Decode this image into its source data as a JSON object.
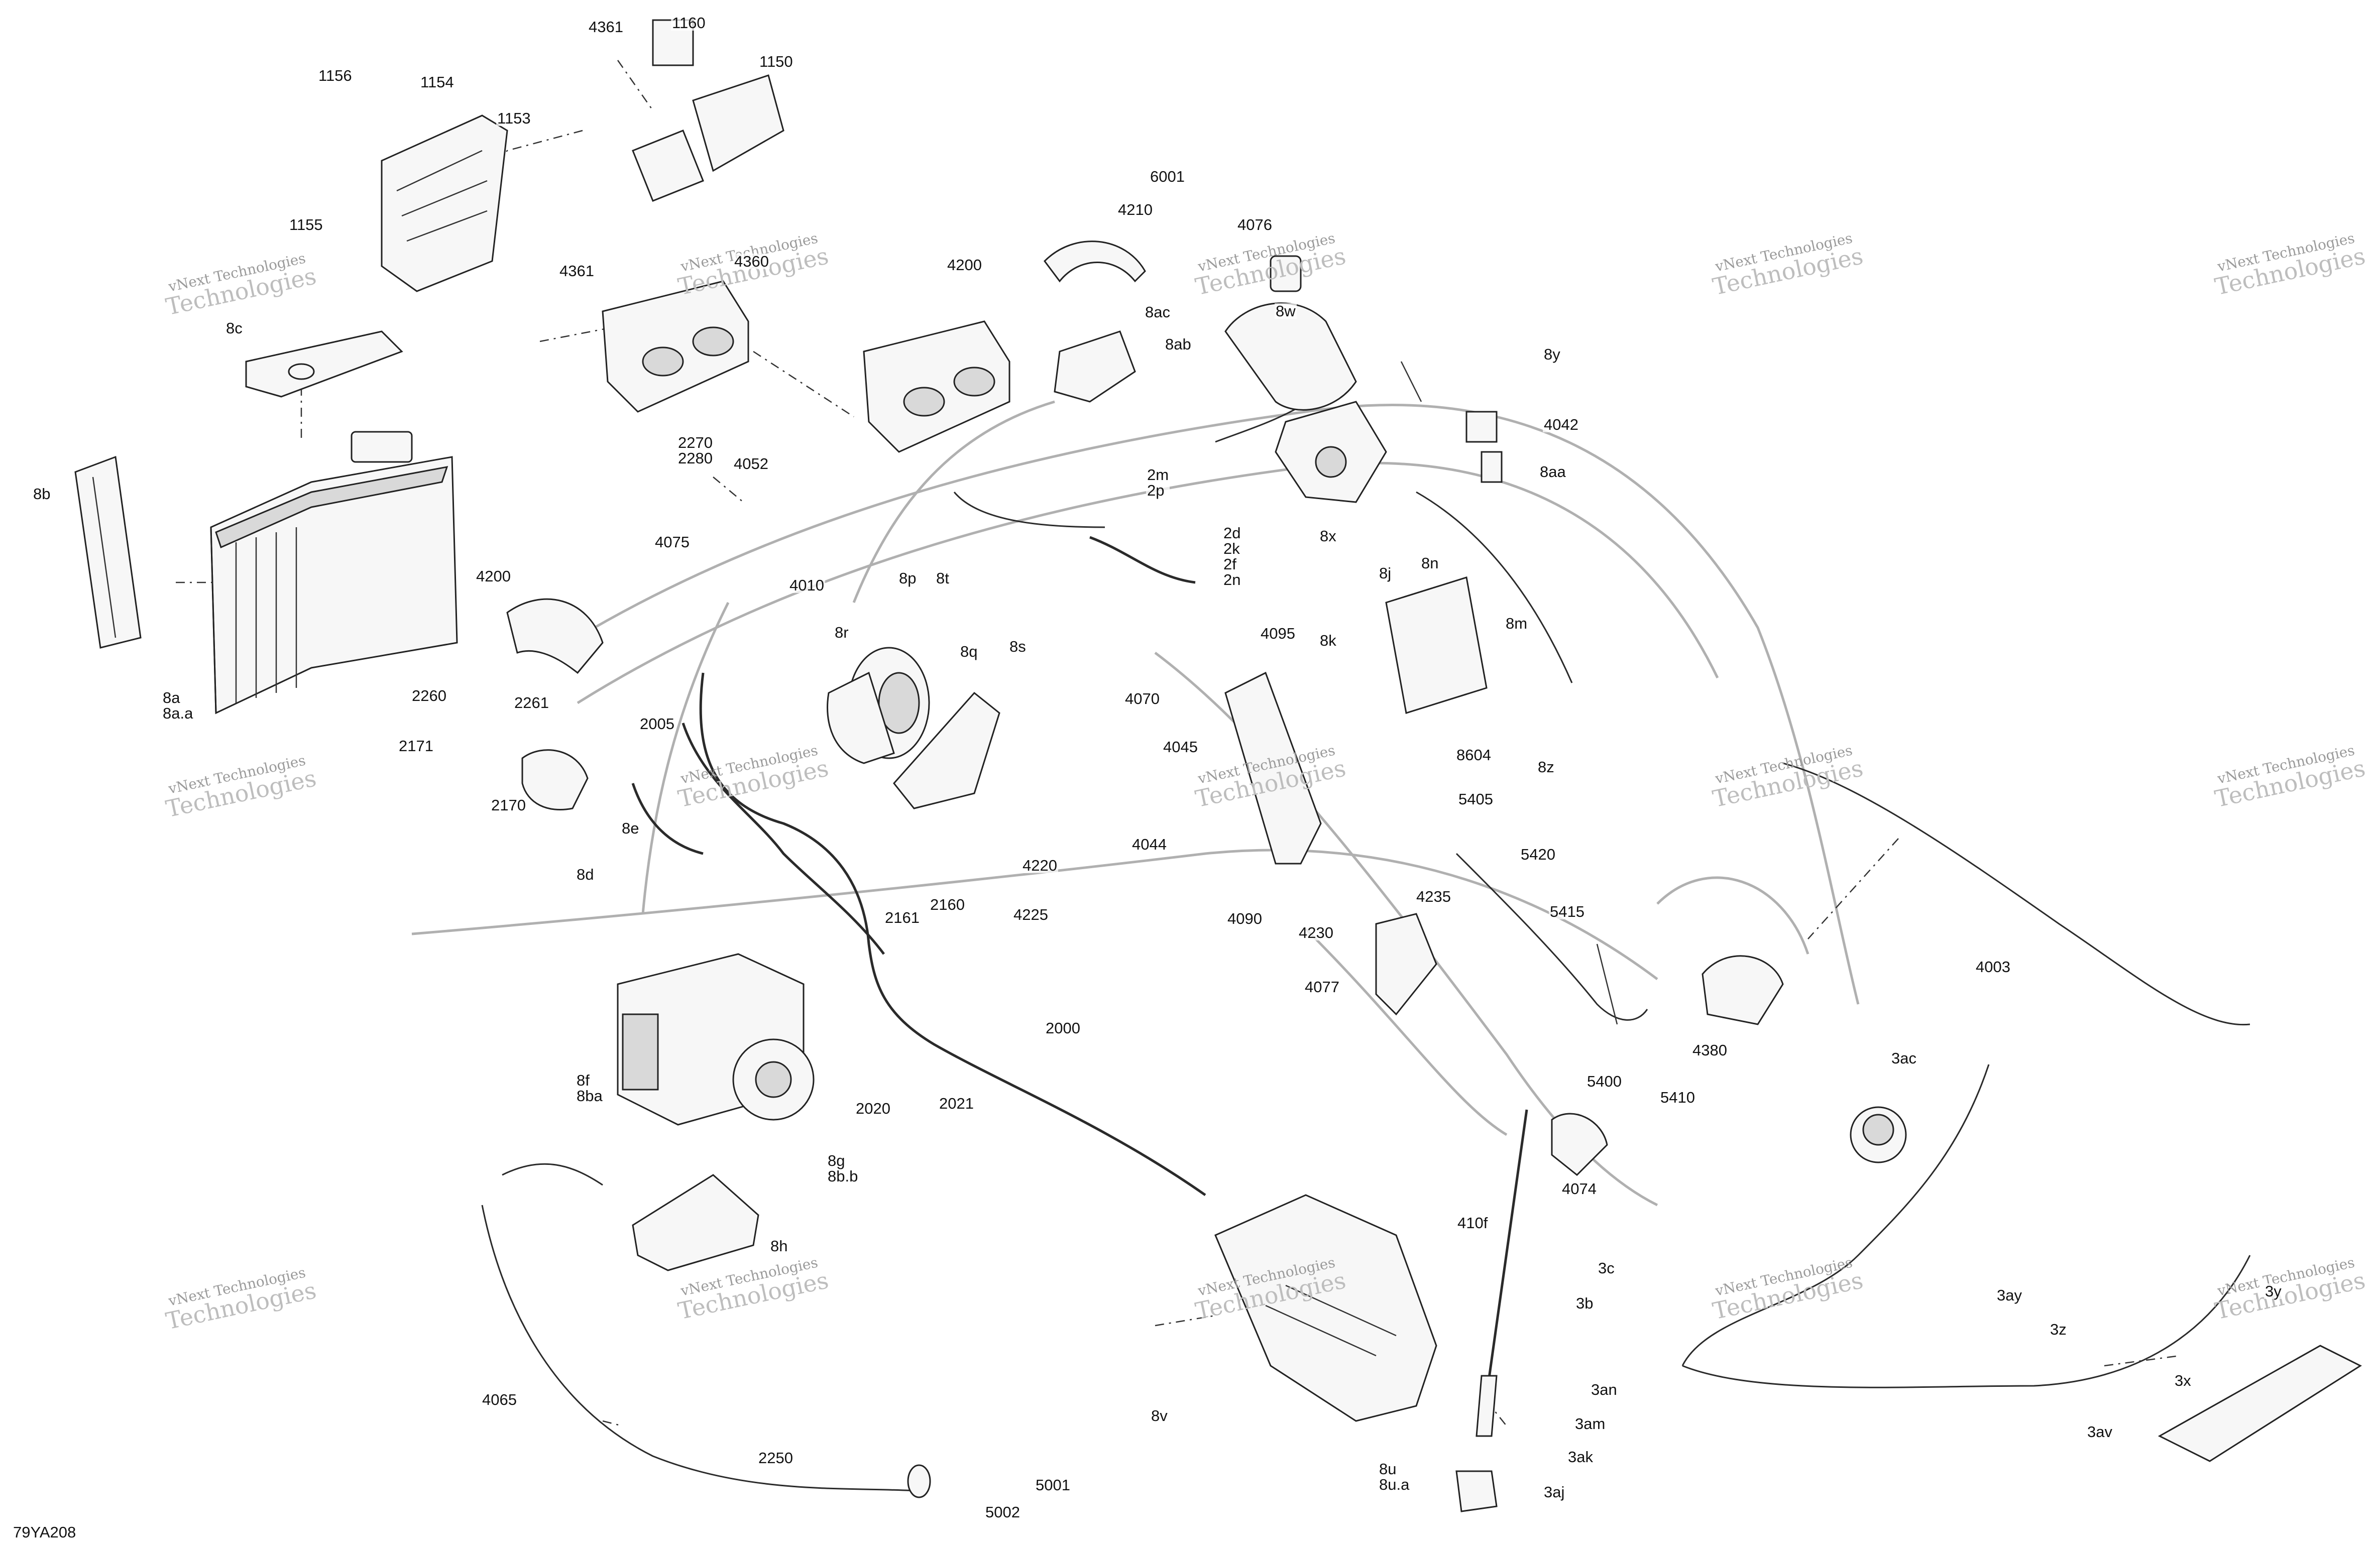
{
  "diagram_id": "79YA208",
  "watermark": {
    "line1": "vNext Technologies",
    "line2": "Technologies"
  },
  "callouts": {
    "c1156": "1156",
    "c1154": "1154",
    "c1153": "1153",
    "c1155": "1155",
    "c4361a": "4361",
    "c1160": "1160",
    "c1150": "1150",
    "c8c": "8c",
    "c8b": "8b",
    "c8a": "8a\n8a.a",
    "c4361b": "4361",
    "c4360": "4360",
    "c2270": "2270\n2280",
    "c4052": "4052",
    "c4200a": "4200",
    "c4210": "4210",
    "c6001": "6001",
    "c4076": "4076",
    "c8ac": "8ac",
    "c8ab": "8ab",
    "c8w": "8w",
    "c8y": "8y",
    "c4042": "4042",
    "c8aa": "8aa",
    "c2m": "2m\n2p",
    "c2d": "2d\n2k\n2f\n2n",
    "c8x": "8x",
    "c4075": "4075",
    "c4010": "4010",
    "c4200b": "4200",
    "c8p": "8p",
    "c8t": "8t",
    "c8r": "8r",
    "c8q": "8q",
    "c8s": "8s",
    "c4070": "4070",
    "c4045": "4045",
    "c4044": "4044",
    "c4095": "4095",
    "c8k": "8k",
    "c8j": "8j",
    "c8n": "8n",
    "c8m": "8m",
    "c8604": "8604",
    "c8z": "8z",
    "c2260": "2260",
    "c2261": "2261",
    "c2171": "2171",
    "c2005": "2005",
    "c2170": "2170",
    "c8e": "8e",
    "c8d": "8d",
    "c4220": "4220",
    "c4225": "4225",
    "c4090": "4090",
    "c4230": "4230",
    "c4235": "4235",
    "c5405": "5405",
    "c5420": "5420",
    "c5415": "5415",
    "c2161": "2161",
    "c2160": "2160",
    "c2000": "2000",
    "c4077": "4077",
    "c5400": "5400",
    "c5410": "5410",
    "c4380": "4380",
    "c4003": "4003",
    "c8f": "8f\n8ba",
    "c2020": "2020",
    "c2021": "2021",
    "c8g": "8g\n8b.b",
    "c8h": "8h",
    "c3ac": "3ac",
    "c4074": "4074",
    "c410f": "410f",
    "c3c": "3c",
    "c3b": "3b",
    "c3ay": "3ay",
    "c3y": "3y",
    "c3z": "3z",
    "c3x": "3x",
    "c3an": "3an",
    "c3am": "3am",
    "c3ak": "3ak",
    "c3aj": "3aj",
    "c3av": "3av",
    "c8v": "8v",
    "c8u": "8u\n8u.a",
    "c4065": "4065",
    "c2250": "2250",
    "c5001": "5001",
    "c5002": "5002"
  }
}
